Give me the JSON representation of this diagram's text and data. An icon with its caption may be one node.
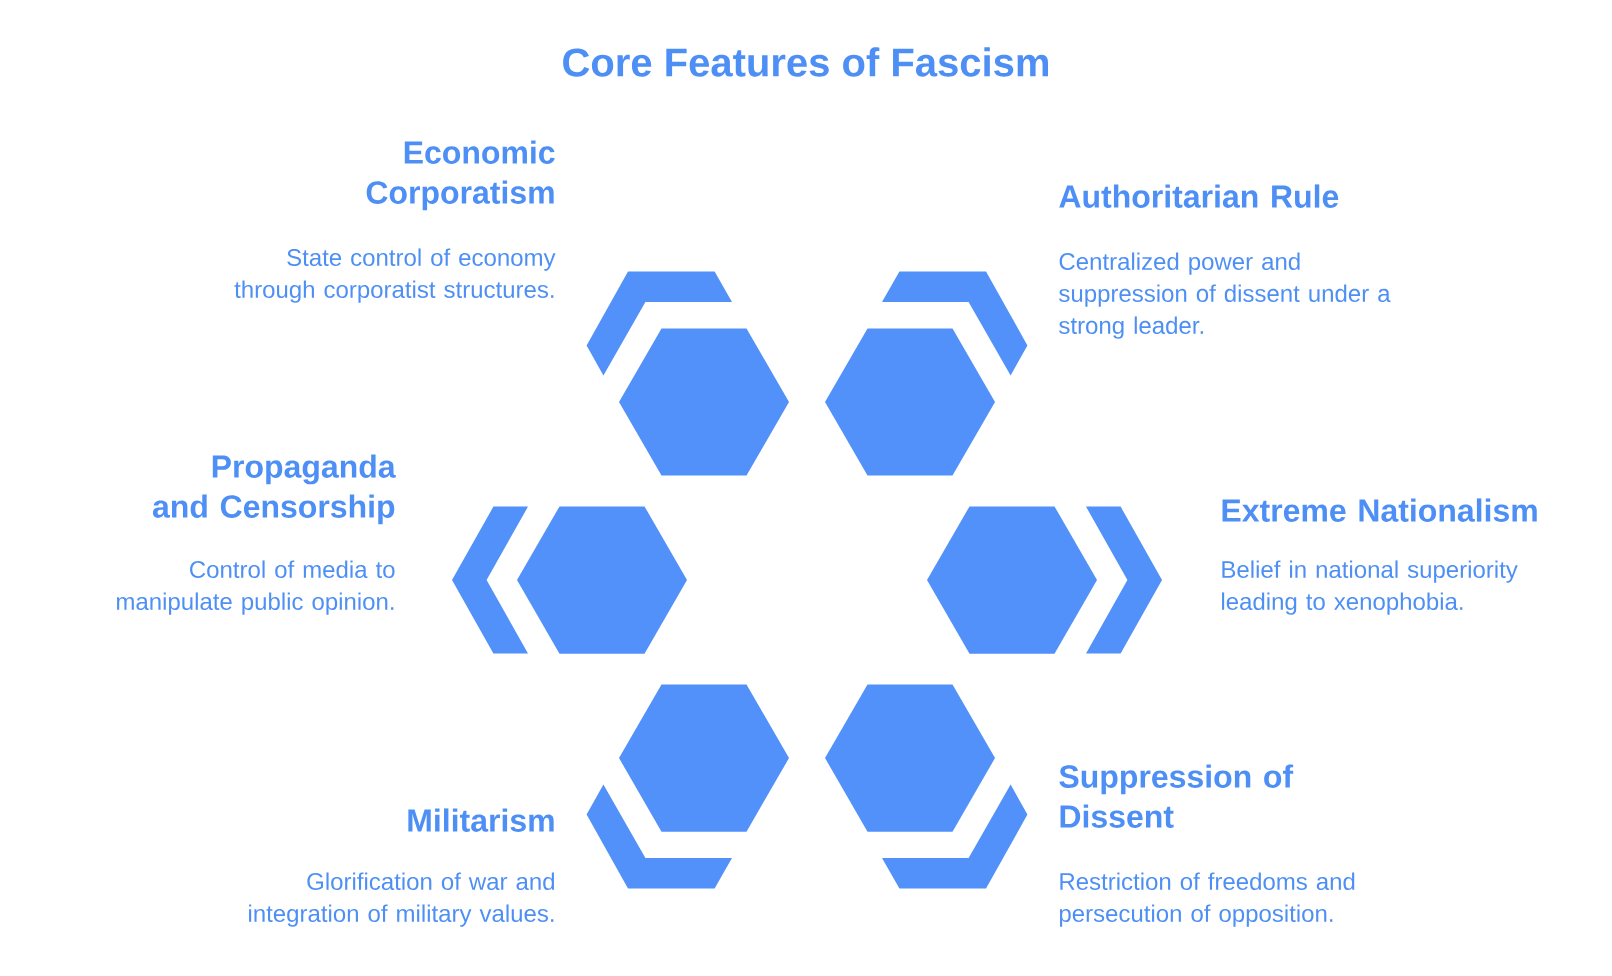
{
  "diagram": {
    "title": "Core Features of Fascism",
    "nodes": [
      {
        "text": [],
        "shape": "hexagon",
        "beside": [
          "Economic Corporatism",
          "State control of economy through corporatist structures."
        ]
      },
      {
        "text": [],
        "shape": "hexagon",
        "beside": [
          "Authoritarian Rule",
          "Centralized power and suppression of dissent under a strong leader."
        ]
      },
      {
        "text": [],
        "shape": "hexagon",
        "beside": [
          "Propaganda and Censorship",
          "Control of media to manipulate public opinion."
        ]
      },
      {
        "text": [],
        "shape": "hexagon",
        "beside": [
          "Extreme Nationalism",
          "Belief in national superiority leading to xenophobia."
        ]
      },
      {
        "text": [],
        "shape": "hexagon",
        "beside": [
          "Militarism",
          "Glorification of war and integration of military values."
        ]
      },
      {
        "text": [],
        "shape": "hexagon",
        "beside": [
          "Suppression of Dissent",
          "Restriction of freedoms and persecution of opposition."
        ]
      }
    ]
  }
}
